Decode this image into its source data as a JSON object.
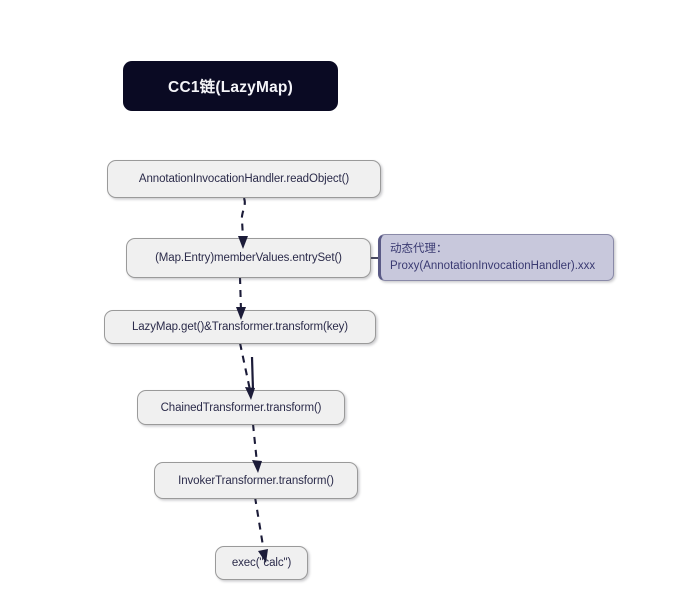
{
  "diagram": {
    "type": "flowchart",
    "title": "CC1链(LazyMap)",
    "background_color": "#ffffff",
    "banner": {
      "label": "CC1链(LazyMap)",
      "fill_color": "#0a0a23",
      "text_color": "#f4f4f8"
    },
    "node_style": {
      "fill_color": "#f0f0f0",
      "border_color": "#9a9a9a",
      "text_color": "#2b2b4a"
    },
    "note_style": {
      "fill_color": "#c8c8dc",
      "border_color": "#8a8aa8",
      "accent_color": "#5a5a86",
      "text_color": "#3a3a72"
    },
    "edge_style": {
      "color": "#1b1b38",
      "dash": "dashed",
      "arrowhead": "filled-triangle"
    },
    "nodes": [
      {
        "id": "n1",
        "label": "AnnotationInvocationHandler.readObject()"
      },
      {
        "id": "n2",
        "label": "(Map.Entry)memberValues.entrySet()"
      },
      {
        "id": "n3",
        "label": "LazyMap.get()&Transformer.transform(key)"
      },
      {
        "id": "n4",
        "label": "ChainedTransformer.transform()"
      },
      {
        "id": "n5",
        "label": "InvokerTransformer.transform()"
      },
      {
        "id": "n6",
        "label": "exec(\"calc\")"
      }
    ],
    "note": {
      "id": "note1",
      "attached_to": "n2",
      "lines": [
        "动态代理：",
        "Proxy(AnnotationInvocationHandler).xxx"
      ]
    },
    "edges": [
      {
        "from": "n1",
        "to": "n2",
        "style": "dashed-arrow"
      },
      {
        "from": "n2",
        "to": "n3",
        "style": "dashed-arrow"
      },
      {
        "from": "n3",
        "to": "n4",
        "style": "dashed-arrow"
      },
      {
        "from": "n4",
        "to": "n5",
        "style": "dashed-arrow"
      },
      {
        "from": "n5",
        "to": "n6",
        "style": "dashed-arrow"
      },
      {
        "from": "n2",
        "to": "note1",
        "style": "note-connector-circle"
      }
    ]
  }
}
